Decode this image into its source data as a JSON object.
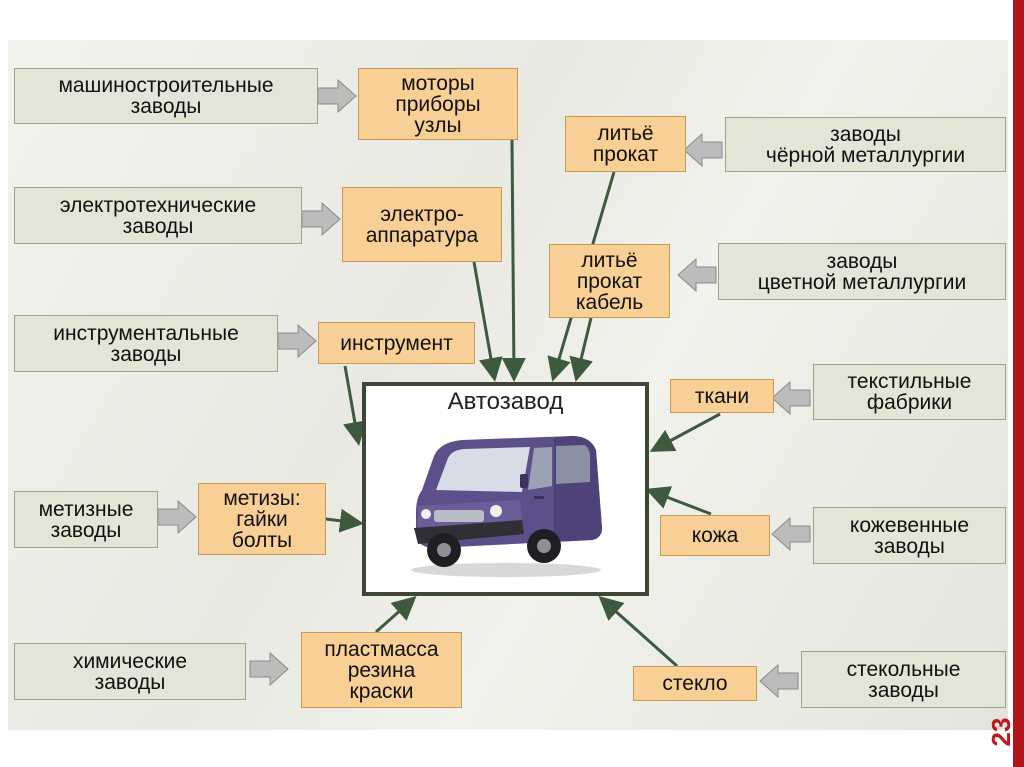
{
  "center": {
    "title": "Автозавод"
  },
  "sources": {
    "mashinostroitelnye": "машиностроительные\nзаводы",
    "elektrotehnicheskie": "электротехнические\nзаводы",
    "instrumentalnye": "инструментальные\nзаводы",
    "metiznye": "метизные\nзаводы",
    "himicheskie": "химические\nзаводы",
    "chernaya": "заводы\nчёрной металлургии",
    "tsvetnaya": "заводы\nцветной металлургии",
    "tekstilnye": "текстильные\nфабрики",
    "kozhevennye": "кожевенные\nзаводы",
    "stekolnye": "стекольные\nзаводы"
  },
  "products": {
    "motory": "моторы\nприборы\nузлы",
    "elektro": "электро-\nаппаратура",
    "instrument": "инструмент",
    "metizy": "метизы:\nгайки\nболты",
    "plastmassa": "пластмасса\nрезина\nкраски",
    "litye1": "литьё\nпрокат",
    "litye2": "литьё\nпрокат\nкабель",
    "tkani": "ткани",
    "kozha": "кожа",
    "steklo": "стекло"
  },
  "page_number": "23"
}
